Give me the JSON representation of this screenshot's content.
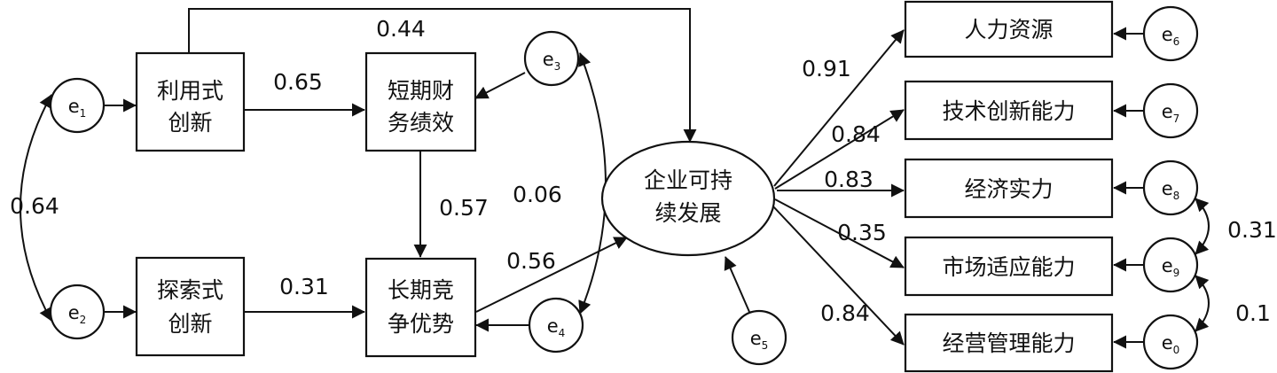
{
  "nodes": {
    "exploit_innovation": [
      "利用式",
      "创新"
    ],
    "explore_innovation": [
      "探索式",
      "创新"
    ],
    "short_term_financial": [
      "短期财",
      "务绩效"
    ],
    "long_term_advantage": [
      "长期竞",
      "争优势"
    ],
    "sustainable_development": [
      "企业可持",
      "续发展"
    ],
    "human_resources": [
      "人力资源"
    ],
    "tech_innovation": [
      "技术创新能力"
    ],
    "economic_strength": [
      "经济实力"
    ],
    "market_adaptation": [
      "市场适应能力"
    ],
    "management_capability": [
      "经营管理能力"
    ]
  },
  "errors": {
    "e1": {
      "base": "e",
      "sub": "1"
    },
    "e2": {
      "base": "e",
      "sub": "2"
    },
    "e3": {
      "base": "e",
      "sub": "3"
    },
    "e4": {
      "base": "e",
      "sub": "4"
    },
    "e5": {
      "base": "e",
      "sub": "5"
    },
    "e6": {
      "base": "e",
      "sub": "6"
    },
    "e7": {
      "base": "e",
      "sub": "7"
    },
    "e8": {
      "base": "e",
      "sub": "8"
    },
    "e9": {
      "base": "e",
      "sub": "9"
    },
    "e0": {
      "base": "e",
      "sub": "0"
    }
  },
  "coefficients": {
    "exploit_to_sustainable": "0.44",
    "exploit_to_short": "0.65",
    "e1_e2": "0.64",
    "short_to_long": "0.57",
    "e3_e4": "0.06",
    "explore_to_long": "0.31",
    "long_to_sustainable": "0.56",
    "to_human": "0.91",
    "to_tech": "0.84",
    "to_economic": "0.83",
    "to_market": "0.35",
    "to_management": "0.84",
    "e8_e9": "0.31",
    "e9_e0": "0.1"
  },
  "colors": {
    "stroke": "#111111",
    "background": "#ffffff"
  }
}
